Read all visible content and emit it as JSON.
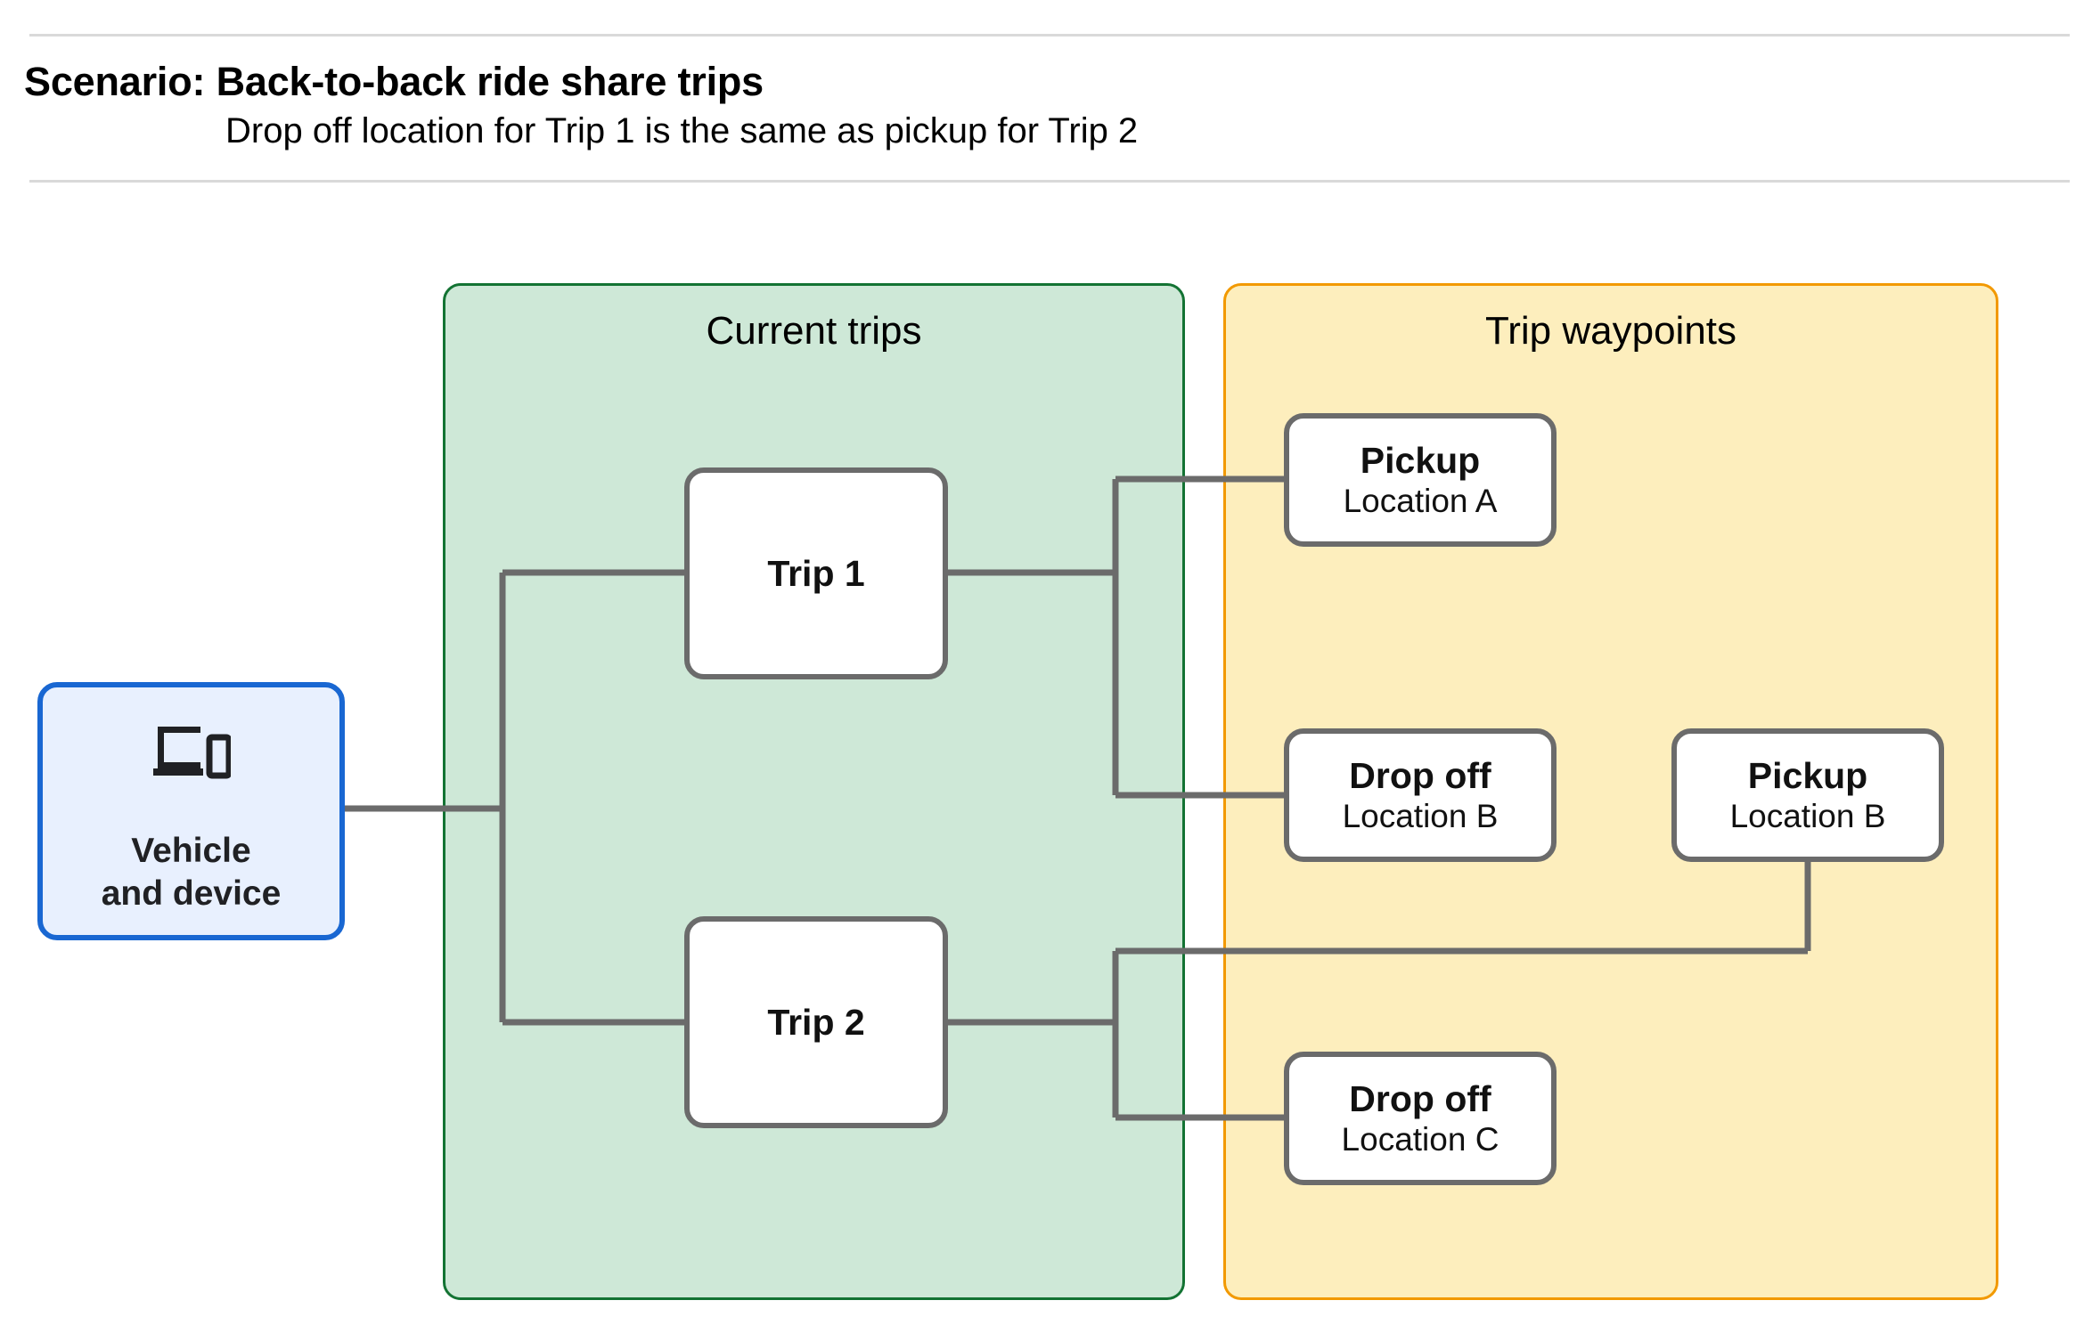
{
  "header": {
    "title": "Scenario: Back-to-back ride share trips",
    "subtitle": "Drop off  location for Trip 1 is the same as pickup for Trip 2"
  },
  "vehicle": {
    "icon": "devices-icon",
    "label": "Vehicle\nand device"
  },
  "panels": {
    "current_trips": {
      "title": "Current trips",
      "fill": "#cee8d7",
      "border": "#137333"
    },
    "trip_waypoints": {
      "title": "Trip waypoints",
      "fill": "#fdeebd",
      "border": "#f29900"
    }
  },
  "trips": [
    {
      "label": "Trip 1"
    },
    {
      "label": "Trip 2"
    }
  ],
  "waypoints": [
    {
      "type": "Pickup",
      "location": "Location A"
    },
    {
      "type": "Drop off",
      "location": "Location B"
    },
    {
      "type": "Pickup",
      "location": "Location B"
    },
    {
      "type": "Drop off",
      "location": "Location C"
    }
  ],
  "colors": {
    "connector": "#6b6b6b",
    "node_border": "#6b6b6b",
    "vehicle_fill": "#e8f0fe",
    "vehicle_border": "#1967d2",
    "rule": "#d9d9d9"
  }
}
